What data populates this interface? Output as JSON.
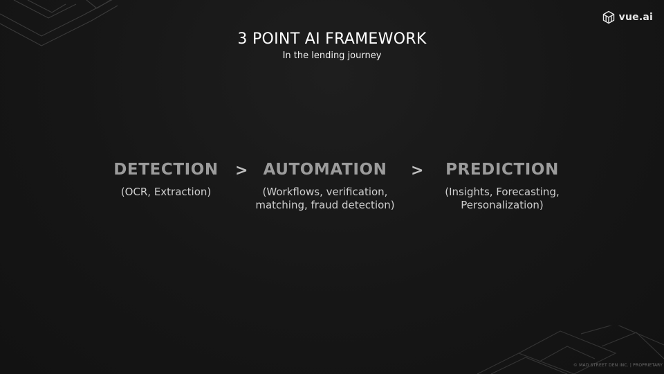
{
  "slide": {
    "title": "3 POINT AI FRAMEWORK",
    "subtitle": "In the lending journey"
  },
  "logo": {
    "text": "vue.ai",
    "icon": "cube-logo-icon"
  },
  "steps": [
    {
      "title": "DETECTION",
      "description": "(OCR, Extraction)"
    },
    {
      "title": "AUTOMATION",
      "description": "(Workflows, verification,\nmatching, fraud detection)"
    },
    {
      "title": "PREDICTION",
      "description": "(Insights, Forecasting,\nPersonalization)"
    }
  ],
  "separators": [
    ">",
    ">"
  ],
  "footer": "© MAD STREET DEN INC. | PROPRIETARY",
  "colors": {
    "background": "#151515",
    "title": "#ffffff",
    "step_title": "#9c9c9c",
    "step_desc": "#cfcfcf"
  }
}
